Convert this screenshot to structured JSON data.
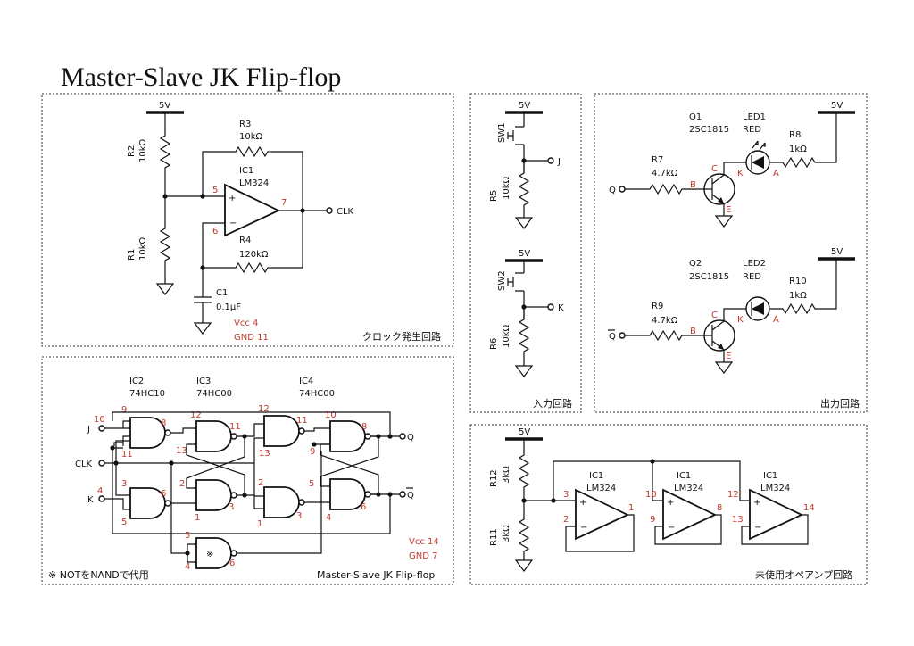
{
  "title": "Master-Slave JK Flip-flop",
  "colors": {
    "pin_label": "#c0392b",
    "wire": "#111111"
  },
  "clock": {
    "caption": "クロック発生回路",
    "supply": "5V",
    "r2": {
      "name": "R2",
      "value": "10kΩ"
    },
    "r1": {
      "name": "R1",
      "value": "10kΩ"
    },
    "r3": {
      "name": "R3",
      "value": "10kΩ"
    },
    "r4": {
      "name": "R4",
      "value": "120kΩ"
    },
    "c1": {
      "name": "C1",
      "value": "0.1μF"
    },
    "ic": {
      "name": "IC1",
      "part": "LM324"
    },
    "pins": {
      "plus": "5",
      "minus": "6",
      "out": "7"
    },
    "output": "CLK",
    "vcc": "Vcc 4",
    "gnd": "GND 11"
  },
  "input": {
    "caption": "入力回路",
    "supply_j": "5V",
    "supply_k": "5V",
    "sw1": "SW1",
    "sw2": "SW2",
    "r5": {
      "name": "R5",
      "value": "10kΩ"
    },
    "r6": {
      "name": "R6",
      "value": "10kΩ"
    },
    "out_j": "J",
    "out_k": "K"
  },
  "output": {
    "caption": "出力回路",
    "ch1": {
      "q": {
        "name": "Q1",
        "part": "2SC1815"
      },
      "led": {
        "name": "LED1",
        "color": "RED"
      },
      "rb": {
        "name": "R7",
        "value": "4.7kΩ"
      },
      "rl": {
        "name": "R8",
        "value": "1kΩ"
      },
      "input": "Q",
      "supply": "5V"
    },
    "ch2": {
      "q": {
        "name": "Q2",
        "part": "2SC1815"
      },
      "led": {
        "name": "LED2",
        "color": "RED"
      },
      "rb": {
        "name": "R9",
        "value": "4.7kΩ"
      },
      "rl": {
        "name": "R10",
        "value": "1kΩ"
      },
      "input": "Q",
      "supply": "5V"
    },
    "pins": {
      "b": "B",
      "c": "C",
      "e": "E",
      "k": "K",
      "a": "A"
    }
  },
  "flipflop": {
    "caption": "Master-Slave JK Flip-flop",
    "note": "※ NOTをNANDで代用",
    "ic2": {
      "name": "IC2",
      "part": "74HC10"
    },
    "ic3": {
      "name": "IC3",
      "part": "74HC00"
    },
    "ic4": {
      "name": "IC4",
      "part": "74HC00"
    },
    "inputs": {
      "j": "J",
      "clk": "CLK",
      "k": "K"
    },
    "outputs": {
      "q": "Q",
      "qbar": "Q"
    },
    "gate_mark": "※",
    "vcc": "Vcc 14",
    "gnd": "GND 7",
    "pins": {
      "g1": [
        "10",
        "9",
        "11",
        "8"
      ],
      "g2": [
        "4",
        "3",
        "5",
        "6"
      ],
      "g3": [
        "12",
        "13",
        "11"
      ],
      "g4": [
        "2",
        "1",
        "3"
      ],
      "g5": [
        "12",
        "13",
        "11"
      ],
      "g6": [
        "2",
        "1",
        "3"
      ],
      "g7": [
        "10",
        "9",
        "8"
      ],
      "g8": [
        "5",
        "4",
        "6"
      ],
      "gn": [
        "5",
        "4",
        "6"
      ]
    }
  },
  "unused": {
    "caption": "未使用オペアンプ回路",
    "supply": "5V",
    "r12": {
      "name": "R12",
      "value": "3kΩ"
    },
    "r11": {
      "name": "R11",
      "value": "3kΩ"
    },
    "amps": [
      {
        "name": "IC1",
        "part": "LM324",
        "plus": "3",
        "minus": "2",
        "out": "1"
      },
      {
        "name": "IC1",
        "part": "LM324",
        "plus": "10",
        "minus": "9",
        "out": "8"
      },
      {
        "name": "IC1",
        "part": "LM324",
        "plus": "12",
        "minus": "13",
        "out": "14"
      }
    ]
  }
}
